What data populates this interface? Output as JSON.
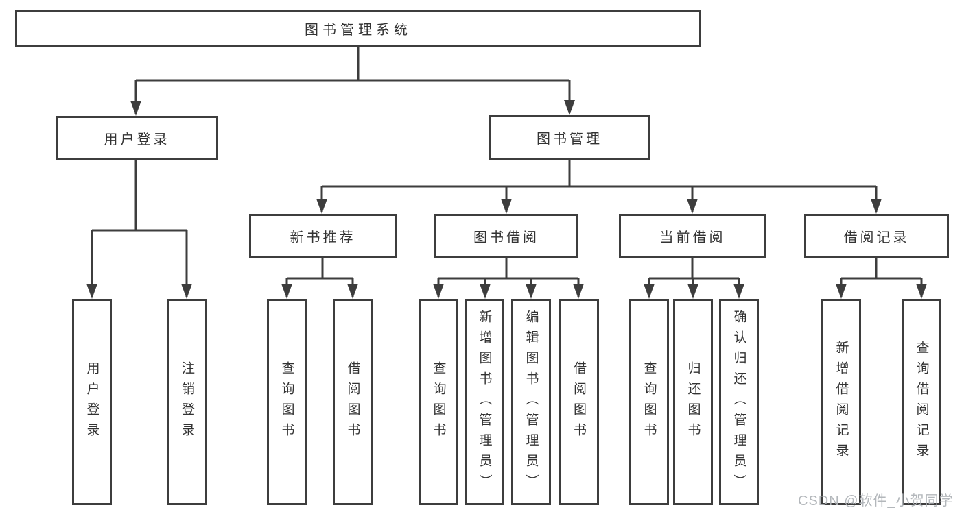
{
  "diagram": {
    "root": "图书管理系统",
    "branches": {
      "user": "用户登录",
      "management": "图书管理"
    },
    "modules": [
      "新书推荐",
      "图书借阅",
      "当前借阅",
      "借阅记录"
    ],
    "leaves": {
      "user": [
        "用户登录",
        "注销登录"
      ],
      "recommend": [
        "查询图书",
        "借阅图书"
      ],
      "borrow": [
        "查询图书",
        "新增图书（管理员）",
        "编辑图书（管理员）",
        "借阅图书"
      ],
      "current": [
        "查询图书",
        "归还图书",
        "确认归还（管理员）"
      ],
      "records": [
        "新增借阅记录",
        "查询借阅记录"
      ]
    },
    "colors": {
      "line": "#3d3d3d",
      "text": "#333333",
      "background": "#ffffff",
      "watermark": "#afb3b7"
    },
    "watermark": "CSDN @软件_小贺同学"
  }
}
